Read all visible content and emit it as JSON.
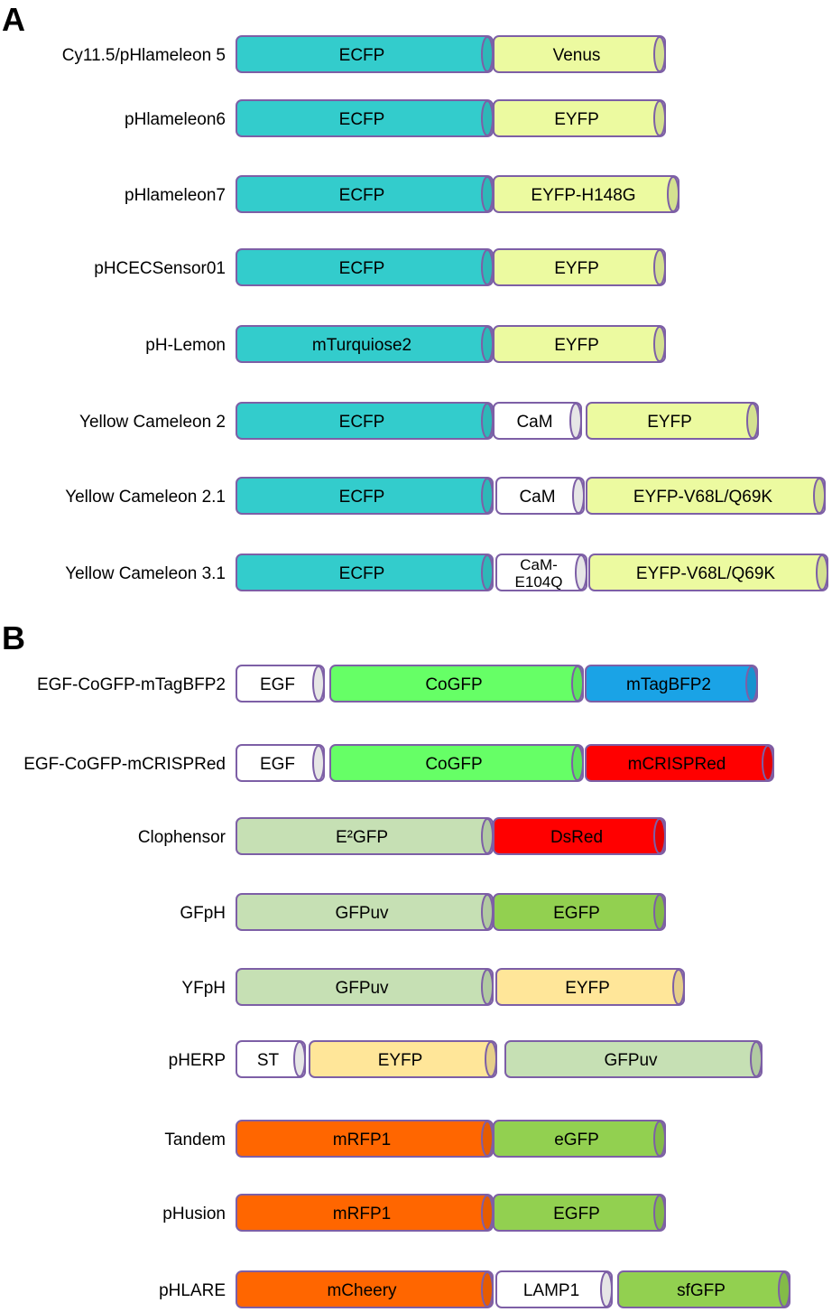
{
  "colors": {
    "outline": "#7d5fa6",
    "ecfp": "#33cccc",
    "yellow": "#ecfaa0",
    "white": "#ffffff",
    "green_bright": "#66ff66",
    "blue": "#1aa3e6",
    "red": "#ff0000",
    "pale_green": "#c6e0b4",
    "green": "#92d050",
    "peach": "#ffe699",
    "orange": "#ff6600"
  },
  "panels": [
    {
      "letter": "A",
      "rows": [
        {
          "label": "Cy11.5/pHlameleon 5",
          "segments": [
            {
              "text": "ECFP",
              "fill": "ecfp"
            },
            {
              "text": "Venus",
              "fill": "yellow"
            }
          ]
        },
        {
          "label": "pHlameleon6",
          "segments": [
            {
              "text": "ECFP",
              "fill": "ecfp"
            },
            {
              "text": "EYFP",
              "fill": "yellow"
            }
          ]
        },
        {
          "label": "pHlameleon7",
          "segments": [
            {
              "text": "ECFP",
              "fill": "ecfp"
            },
            {
              "text": "EYFP-H148G",
              "fill": "yellow"
            }
          ]
        },
        {
          "label": "pHCECSensor01",
          "segments": [
            {
              "text": "ECFP",
              "fill": "ecfp"
            },
            {
              "text": "EYFP",
              "fill": "yellow"
            }
          ]
        },
        {
          "label": "pH-Lemon",
          "segments": [
            {
              "text": "mTurquiose2",
              "fill": "ecfp"
            },
            {
              "text": "EYFP",
              "fill": "yellow"
            }
          ]
        },
        {
          "label": "Yellow Cameleon 2",
          "segments": [
            {
              "text": "ECFP",
              "fill": "ecfp"
            },
            {
              "text": "CaM",
              "fill": "white"
            },
            {
              "text": "EYFP",
              "fill": "yellow"
            }
          ]
        },
        {
          "label": "Yellow Cameleon 2.1",
          "segments": [
            {
              "text": "ECFP",
              "fill": "ecfp"
            },
            {
              "text": "CaM",
              "fill": "white"
            },
            {
              "text": "EYFP-V68L/Q69K",
              "fill": "yellow"
            }
          ]
        },
        {
          "label": "Yellow Cameleon 3.1",
          "segments": [
            {
              "text": "ECFP",
              "fill": "ecfp"
            },
            {
              "text": "CaM-\nE104Q",
              "fill": "white"
            },
            {
              "text": "EYFP-V68L/Q69K",
              "fill": "yellow"
            }
          ]
        }
      ]
    },
    {
      "letter": "B",
      "rows": [
        {
          "label": "EGF-CoGFP-mTagBFP2",
          "segments": [
            {
              "text": "EGF",
              "fill": "white"
            },
            {
              "text": "CoGFP",
              "fill": "green_bright"
            },
            {
              "text": "mTagBFP2",
              "fill": "blue"
            }
          ]
        },
        {
          "label": "EGF-CoGFP-mCRISPRed",
          "segments": [
            {
              "text": "EGF",
              "fill": "white"
            },
            {
              "text": "CoGFP",
              "fill": "green_bright"
            },
            {
              "text": "mCRISPRed",
              "fill": "red"
            }
          ]
        },
        {
          "label": "Clophensor",
          "segments": [
            {
              "text": "E²GFP",
              "fill": "pale_green"
            },
            {
              "text": "DsRed",
              "fill": "red"
            }
          ]
        },
        {
          "label": "GFpH",
          "segments": [
            {
              "text": "GFPuv",
              "fill": "pale_green"
            },
            {
              "text": "EGFP",
              "fill": "green"
            }
          ]
        },
        {
          "label": "YFpH",
          "segments": [
            {
              "text": "GFPuv",
              "fill": "pale_green"
            },
            {
              "text": "EYFP",
              "fill": "peach"
            }
          ]
        },
        {
          "label": "pHERP",
          "segments": [
            {
              "text": "ST",
              "fill": "white"
            },
            {
              "text": "EYFP",
              "fill": "peach"
            },
            {
              "text": "GFPuv",
              "fill": "pale_green"
            }
          ]
        },
        {
          "label": "Tandem",
          "segments": [
            {
              "text": "mRFP1",
              "fill": "orange"
            },
            {
              "text": "eGFP",
              "fill": "green"
            }
          ]
        },
        {
          "label": "pHusion",
          "segments": [
            {
              "text": "mRFP1",
              "fill": "orange"
            },
            {
              "text": "EGFP",
              "fill": "green"
            }
          ]
        },
        {
          "label": "pHLARE",
          "segments": [
            {
              "text": "mCheery",
              "fill": "orange"
            },
            {
              "text": "LAMP1",
              "fill": "white"
            },
            {
              "text": "sfGFP",
              "fill": "green"
            }
          ]
        }
      ]
    }
  ]
}
